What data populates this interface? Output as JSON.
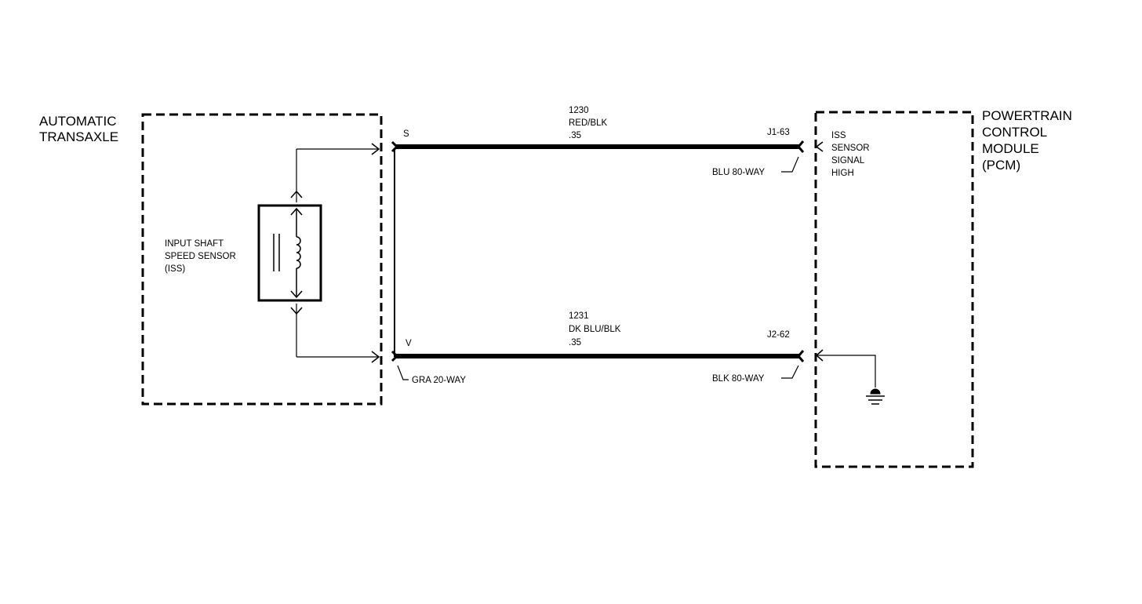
{
  "transaxle": {
    "title_line1": "AUTOMATIC",
    "title_line2": "TRANSAXLE"
  },
  "sensor": {
    "line1": "INPUT SHAFT",
    "line2": "SPEED SENSOR",
    "line3": "(ISS)"
  },
  "pcm": {
    "title_line1": "POWERTRAIN",
    "title_line2": "CONTROL",
    "title_line3": "MODULE",
    "title_line4": "(PCM)",
    "signal_line1": "ISS",
    "signal_line2": "SENSOR",
    "signal_line3": "SIGNAL",
    "signal_line4": "HIGH"
  },
  "wire_top": {
    "circuit": "1230",
    "color": "RED/BLK",
    "gauge": ".35",
    "left_pin": "S",
    "right_pin": "J1-63",
    "right_connector": "BLU 80-WAY"
  },
  "wire_bottom": {
    "circuit": "1231",
    "color": "DK BLU/BLK",
    "gauge": ".35",
    "left_pin": "V",
    "right_pin": "J2-62",
    "left_connector": "GRA 20-WAY",
    "right_connector": "BLK 80-WAY"
  }
}
